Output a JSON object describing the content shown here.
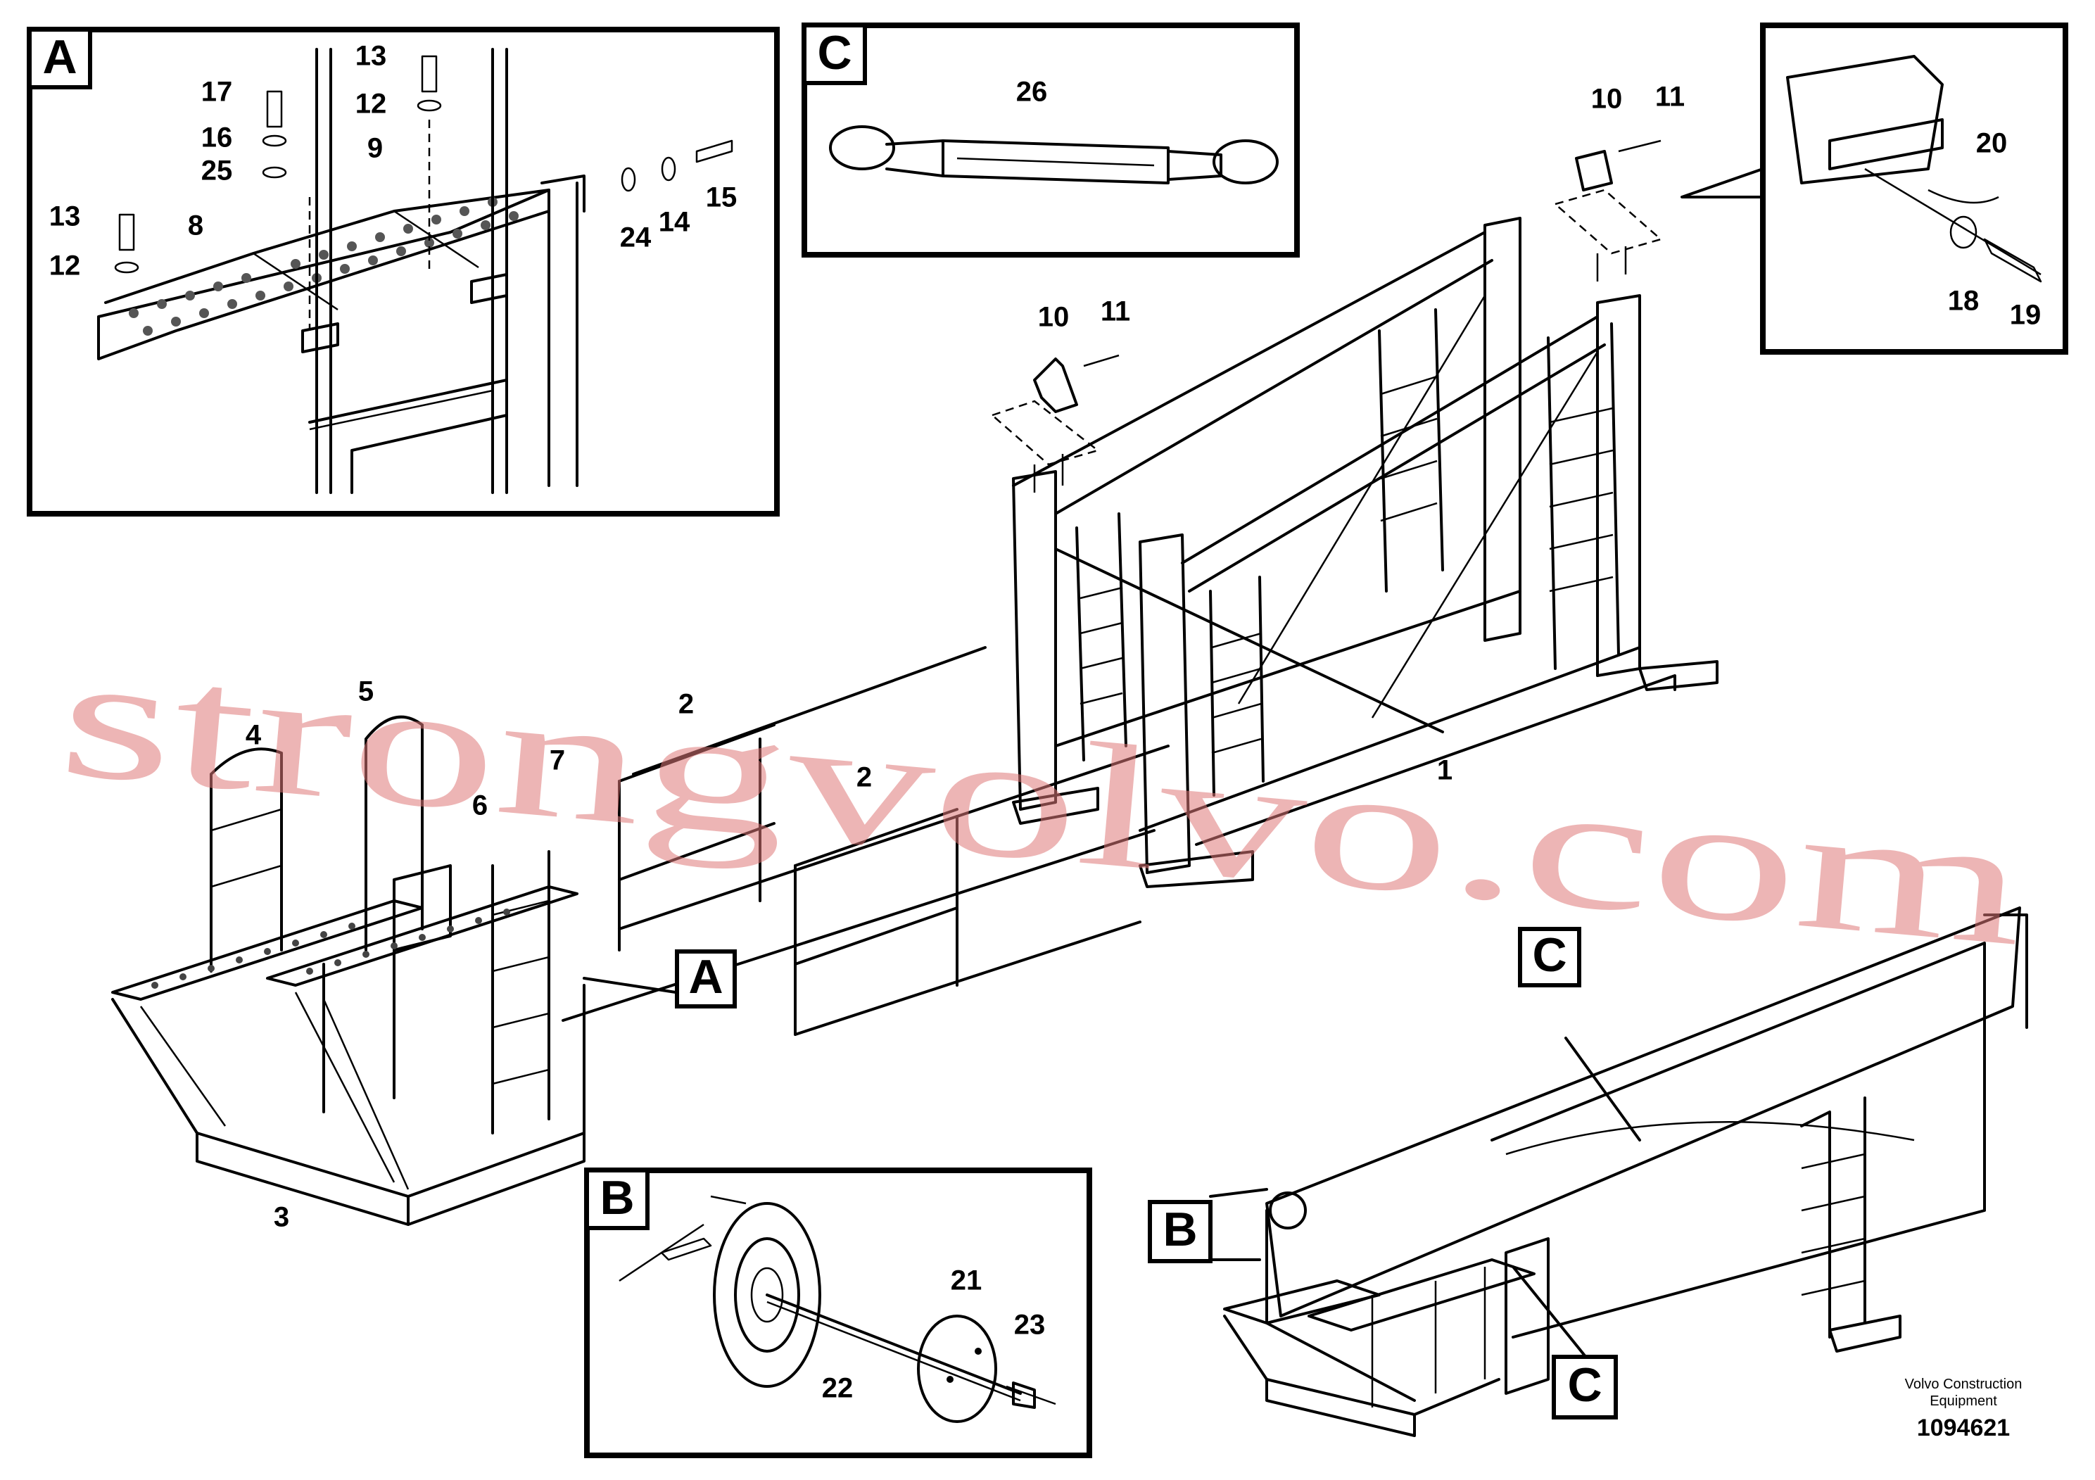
{
  "detail_tags": [
    "A",
    "C",
    "B",
    "A",
    "C",
    "B",
    "C"
  ],
  "part_labels": [
    "17",
    "16",
    "25",
    "13",
    "12",
    "9",
    "13",
    "12",
    "8",
    "24",
    "14",
    "15",
    "26",
    "10",
    "11",
    "20",
    "18",
    "19",
    "10",
    "11",
    "5",
    "4",
    "2",
    "7",
    "6",
    "2",
    "1",
    "3",
    "21",
    "23",
    "22"
  ],
  "watermark": "strongvolvo.com",
  "credit": {
    "line1": "Volvo Construction",
    "line2": "Equipment",
    "number": "1094621"
  }
}
